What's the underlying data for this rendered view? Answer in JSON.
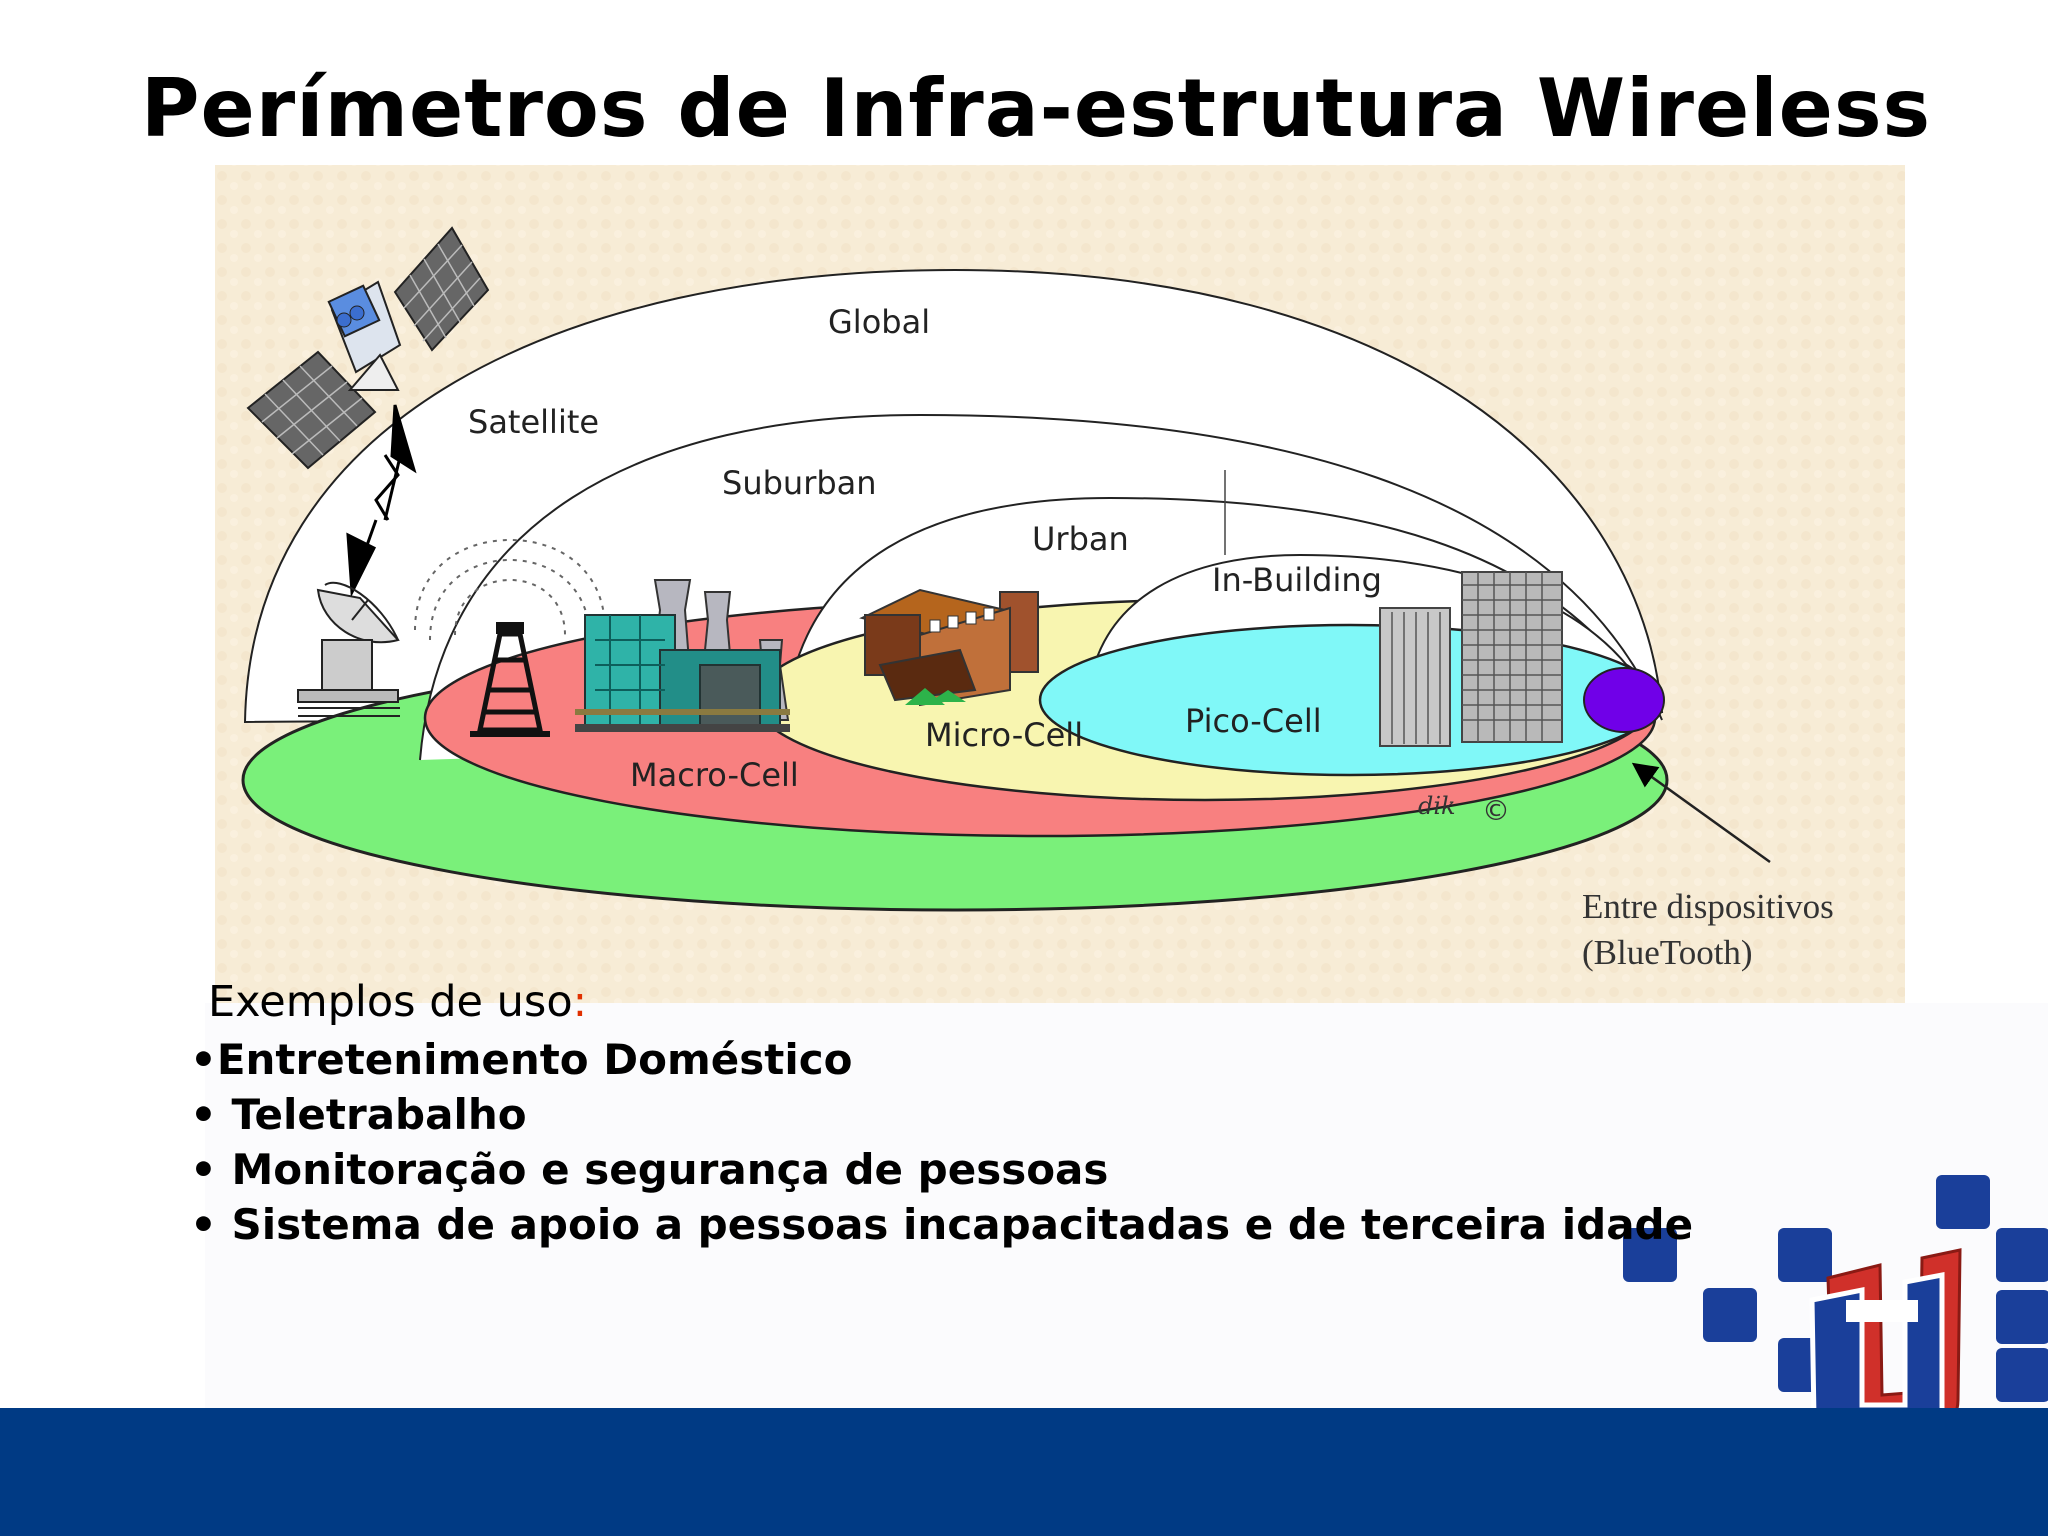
{
  "title": "Perímetros de Infra-estrutura Wireless",
  "diagram": {
    "zones": {
      "global": "Global",
      "satellite": "Satellite",
      "suburban": "Suburban",
      "urban": "Urban",
      "in_building": "In-Building"
    },
    "cells": {
      "macro": "Macro-Cell",
      "micro": "Micro-Cell",
      "pico": "Pico-Cell"
    },
    "device_note": {
      "line1": "Entre dispositivos",
      "line2": "(BlueTooth)"
    },
    "signature": "dik",
    "copyright": "©",
    "colors": {
      "background": "#f7ecd6",
      "green_zone": "#7af07a",
      "red_zone": "#f88080",
      "yellow_zone": "#f8f5b0",
      "cyan_zone": "#80f8f8",
      "bluetooth": "#7000e8"
    }
  },
  "examples": {
    "heading": "Exemplos de uso",
    "colon": ":",
    "items": [
      "•Entretenimento Doméstico",
      "• Teletrabalho",
      "• Monitoração e segurança de pessoas",
      "• Sistema de apoio a pessoas incapacitadas e de terceira idade"
    ]
  },
  "colors": {
    "footer_bar": "#003a84",
    "logo_red": "#d0302a",
    "logo_blue": "#1a3f9a"
  }
}
